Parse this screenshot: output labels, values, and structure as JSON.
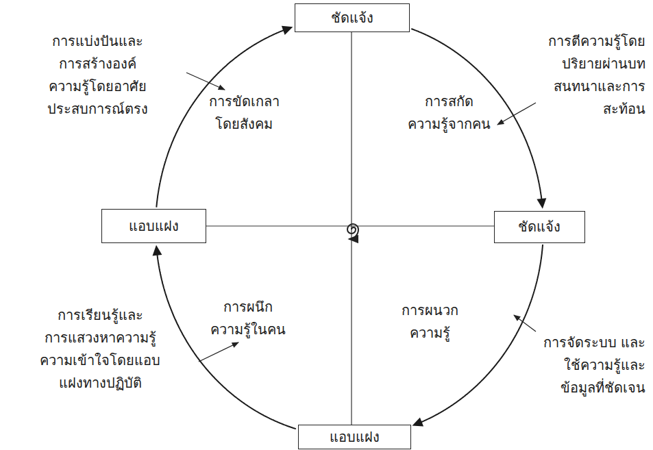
{
  "diagram": {
    "nodes": [
      {
        "text": [
          "ชัดแจ้ง"
        ]
      },
      {
        "text": [
          "แอบแฝง"
        ]
      },
      {
        "text": [
          "ชัดแจ้ง"
        ]
      },
      {
        "text": [
          "แอบแฝง"
        ]
      }
    ],
    "edges": [
      {
        "from": 1,
        "to": 0,
        "arrow": "to"
      },
      {
        "from": 0,
        "to": 2,
        "arrow": "to"
      },
      {
        "from": 2,
        "to": 3,
        "arrow": "to"
      },
      {
        "from": 3,
        "to": 1,
        "arrow": "to"
      }
    ],
    "labels": [
      "การแบ่งปันและ การสร้างองค์ ความรู้โดยอาศัย ประสบการณ์ตรง",
      "การขัดเกลา โดยสังคม",
      "การสกัด ความรู้จากคน",
      "การตีความรู้โดย ปริยายผ่านบท สนทนาและการ สะท้อน",
      "การผนึก ความรู้ในคน",
      "การผนวก ความรู้",
      "การจัดระบบ และ ใช้ความรู้และ ข้อมูลที่ชัดเจน",
      "การเรียนรู้และ การแสวงหาความรู้ ความเข้าใจโดยแอบ แฝงทางปฏิบัติ"
    ]
  }
}
